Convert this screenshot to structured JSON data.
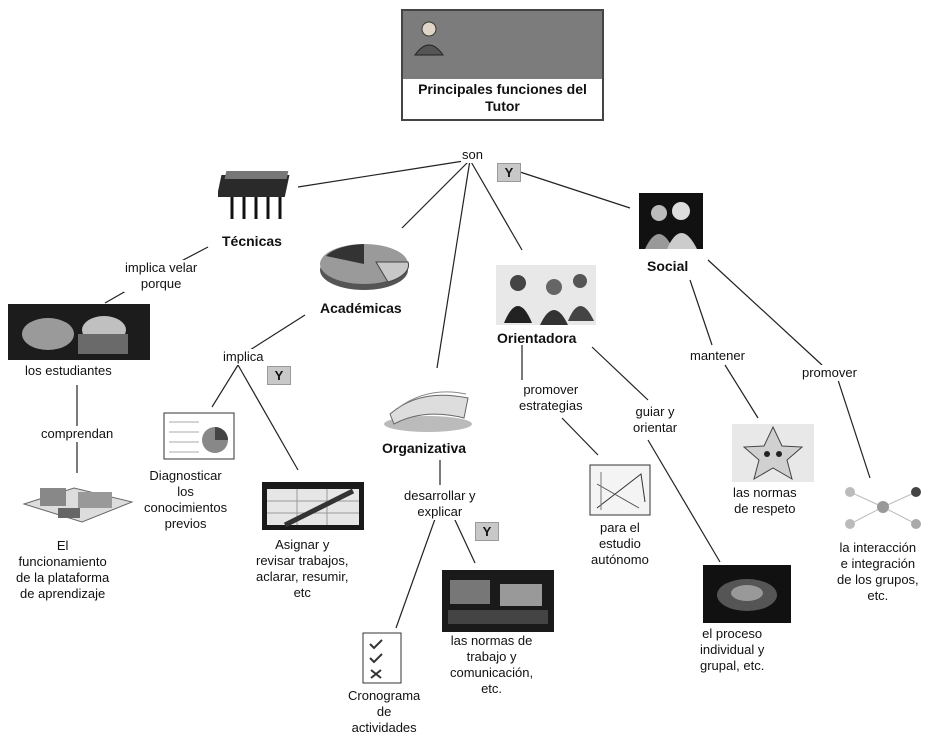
{
  "title": "Principales funciones\ndel Tutor",
  "links": {
    "son": "son",
    "y_badge": "Y",
    "implica_velar": "implica velar\nporque",
    "comprendan": "comprendan",
    "implica": "implica",
    "promover_estrategias": "promover\nestrategias",
    "guiar_orientar": "guiar y\norientar",
    "mantener": "mantener",
    "promover": "promover",
    "desarrollar_explicar": "desarrollar y\nexplicar"
  },
  "nodes": {
    "tecnicas": "Técnicas",
    "academicas": "Académicas",
    "orientadora": "Orientadora",
    "social": "Social",
    "organizativa": "Organizativa",
    "estudiantes": "los estudiantes",
    "plataforma": "El\nfuncionamiento\nde la plataforma\nde aprendizaje",
    "diagnosticar": "Diagnosticar\nlos\nconocimientos\nprevios",
    "asignar": "Asignar y\nrevisar trabajos,\naclarar, resumir,\netc",
    "estudio": "para el\nestudio\nautónomo",
    "proceso": "el proceso\nindividual y\ngrupal, etc.",
    "normas_respeto": "las normas\nde respeto",
    "interaccion": "la interacción\ne integración\nde los grupos,\netc.",
    "cronograma": "Cronograma\nde\nactividades",
    "normas_trabajo": "las normas de\ntrabajo y\ncomunicación,\netc."
  },
  "icons": {
    "title": "tutor-person-icon",
    "tecnicas": "computer-chip-icon",
    "academicas": "pie-chart-icon",
    "orientadora": "people-meeting-icon",
    "social": "group-people-icon",
    "organizativa": "documents-icon",
    "estudiantes": "students-icon",
    "plataforma": "campus-buildings-icon",
    "diagnosticar": "chart-report-icon",
    "asignar": "pen-spreadsheet-icon",
    "estudio": "geometry-tools-icon",
    "proceso": "processor-icon",
    "normas_respeto": "star-face-icon",
    "interaccion": "network-people-icon",
    "cronograma": "checklist-icon",
    "normas_trabajo": "office-desk-icon"
  }
}
